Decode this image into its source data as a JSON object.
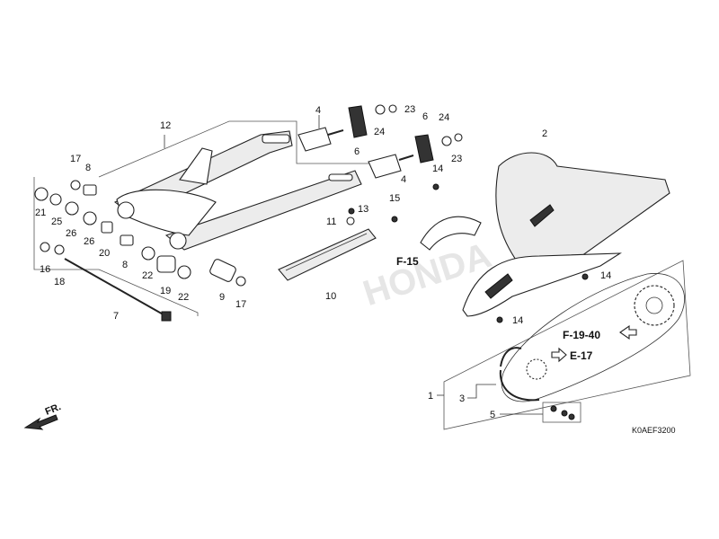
{
  "diagram": {
    "code": "K0AEF3200",
    "front_indicator": "FR.",
    "watermark": "HONDA",
    "references": {
      "chain_drive": "F-19-40",
      "engine_sprocket": "E-17",
      "rear_fender": "F-15"
    },
    "callouts": {
      "n1": "1",
      "n2": "2",
      "n3": "3",
      "n4a": "4",
      "n4b": "4",
      "n5": "5",
      "n6a": "6",
      "n6b": "6",
      "n7": "7",
      "n8a": "8",
      "n8b": "8",
      "n9": "9",
      "n10": "10",
      "n11": "11",
      "n12": "12",
      "n13": "13",
      "n14a": "14",
      "n14b": "14",
      "n14c": "14",
      "n15": "15",
      "n16": "16",
      "n17a": "17",
      "n17b": "17",
      "n18": "18",
      "n19": "19",
      "n20": "20",
      "n21": "21",
      "n22a": "22",
      "n22b": "22",
      "n23a": "23",
      "n23b": "23",
      "n24a": "24",
      "n24b": "24",
      "n25": "25",
      "n26a": "26",
      "n26b": "26"
    },
    "colors": {
      "ink": "#222222",
      "shade": "#ececec",
      "frame": "#555555"
    }
  }
}
